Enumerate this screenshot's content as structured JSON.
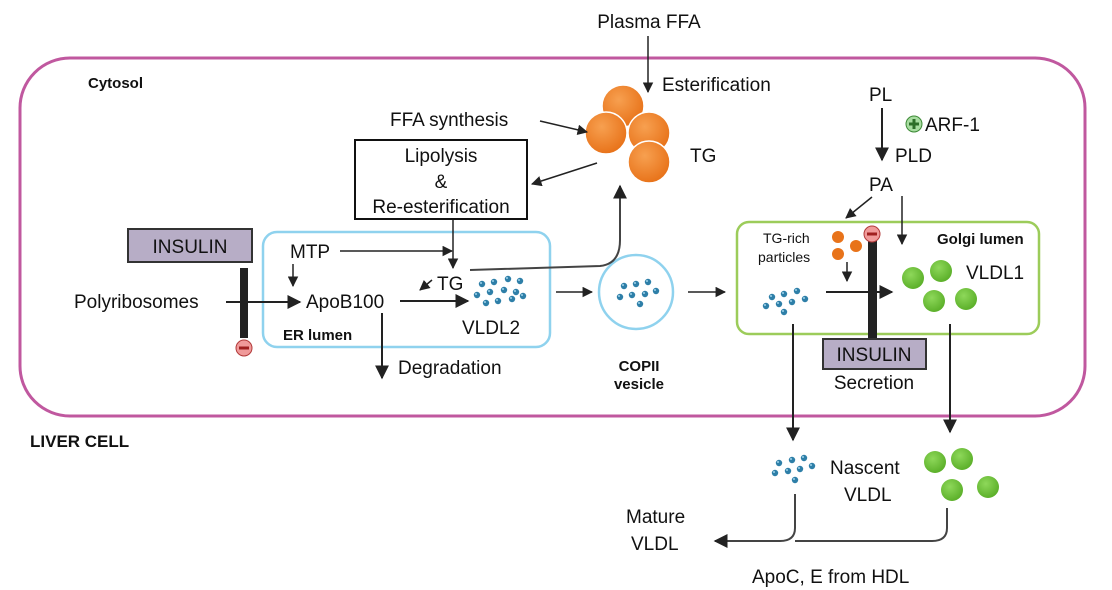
{
  "compartments": {
    "cytosol": "Cytosol",
    "liver_cell": "LIVER CELL",
    "er_lumen": "ER lumen",
    "golgi_lumen": "Golgi lumen",
    "copii_line1": "COPII",
    "copii_line2": "vesicle"
  },
  "inputs": {
    "plasma_ffa": "Plasma FFA",
    "esterification": "Esterification",
    "ffa_synthesis": "FFA  synthesis",
    "tg_droplet": "TG"
  },
  "lipolysis_box": {
    "line1": "Lipolysis",
    "line2": "&",
    "line3": "Re-esterification"
  },
  "er_pathway": {
    "insulin": "INSULIN",
    "polyribosomes": "Polyribosomes",
    "mtp": "MTP",
    "apob100": "ApoB100",
    "tg": "TG",
    "vldl2": "VLDL2",
    "degradation": "Degradation"
  },
  "golgi_pathway": {
    "pl": "PL",
    "arf1": "ARF-1",
    "pld": "PLD",
    "pa": "PA",
    "tg_rich_line1": "TG-rich",
    "tg_rich_line2": "particles",
    "vldl1": "VLDL1",
    "insulin": "INSULIN",
    "secretion": "Secretion"
  },
  "outside": {
    "nascent_line1": "Nascent",
    "nascent_line2": "VLDL",
    "mature_line1": "Mature",
    "mature_line2": "VLDL",
    "apoc": "ApoC, E from HDL"
  },
  "colors": {
    "cell_border": "#c0589f",
    "er_border": "#8fd2ee",
    "golgi_border": "#9ccc5a",
    "tg_orange": "#f08020",
    "vldl_green": "#6cc033",
    "apob_blue": "#2e7fa8",
    "insulin_box": "#b7adc6"
  }
}
